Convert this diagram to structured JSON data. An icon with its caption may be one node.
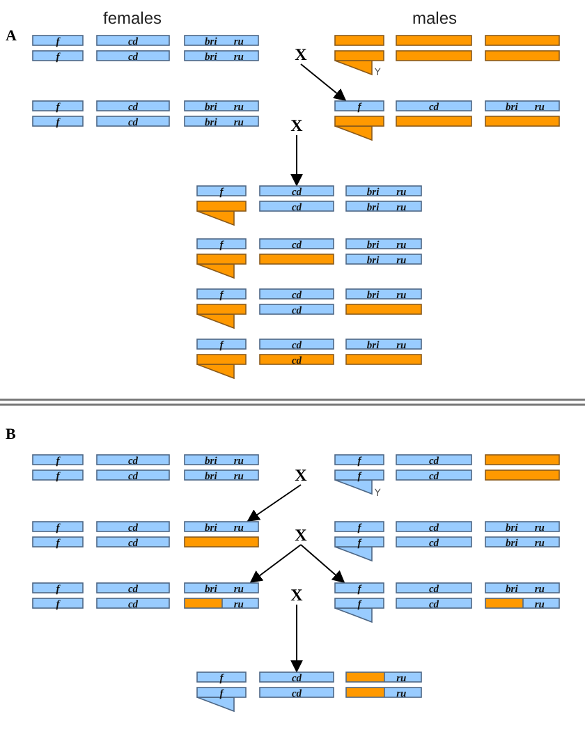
{
  "diagram": {
    "nodes": [
      {
        "text": [
          "f"
        ]
      },
      {
        "text": [
          "cd"
        ]
      },
      {
        "text": [
          "bri",
          "ru"
        ]
      },
      {
        "text": [
          "f"
        ]
      },
      {
        "text": [
          "cd"
        ]
      },
      {
        "text": [
          "bri",
          "ru"
        ]
      },
      {
        "text": [
          "X"
        ]
      },
      {
        "text": [],
        "shape": "bar"
      },
      {
        "text": [],
        "shape": "bar"
      },
      {
        "text": [],
        "shape": "bar"
      },
      {
        "text": [],
        "shape": "bar"
      },
      {
        "text": [],
        "shape": "bar"
      },
      {
        "text": [],
        "shape": "bar"
      },
      {
        "text": [
          "f"
        ]
      },
      {
        "text": [
          "cd"
        ]
      },
      {
        "text": [
          "bri",
          "ru"
        ]
      },
      {
        "text": [
          "f"
        ]
      },
      {
        "text": [
          "cd"
        ]
      },
      {
        "text": [
          "bri",
          "ru"
        ]
      },
      {
        "text": [
          "f"
        ]
      },
      {
        "text": [
          "cd"
        ]
      },
      {
        "text": [
          "bri",
          "ru"
        ]
      },
      {
        "text": [],
        "shape": "bar"
      },
      {
        "text": [],
        "shape": "bar"
      },
      {
        "text": [],
        "shape": "bar"
      },
      {
        "text": [
          "X"
        ]
      },
      {
        "text": [
          "f"
        ]
      },
      {
        "text": [
          "cd"
        ]
      },
      {
        "text": [
          "bri",
          "ru"
        ]
      },
      {
        "text": [],
        "shape": "bar"
      },
      {
        "text": [
          "cd"
        ]
      },
      {
        "text": [
          "bri",
          "ru"
        ]
      },
      {
        "text": [
          "f"
        ]
      },
      {
        "text": [
          "cd"
        ]
      },
      {
        "text": [
          "bri",
          "ru"
        ]
      },
      {
        "text": [],
        "shape": "bar"
      },
      {
        "text": [],
        "shape": "bar"
      },
      {
        "text": [
          "bri",
          "ru"
        ]
      },
      {
        "text": [
          "f"
        ]
      },
      {
        "text": [
          "cd"
        ]
      },
      {
        "text": [
          "bri",
          "ru"
        ]
      },
      {
        "text": [],
        "shape": "bar"
      },
      {
        "text": [
          "cd"
        ]
      },
      {
        "text": [],
        "shape": "bar"
      },
      {
        "text": [
          "f"
        ]
      },
      {
        "text": [
          "cd"
        ]
      },
      {
        "text": [
          "bri",
          "ru"
        ]
      },
      {
        "text": [],
        "shape": "bar"
      },
      {
        "text": [
          "cd"
        ]
      },
      {
        "text": [],
        "shape": "bar"
      },
      {
        "text": [
          "f"
        ]
      },
      {
        "text": [
          "cd"
        ]
      },
      {
        "text": [
          "bri",
          "ru"
        ]
      },
      {
        "text": [
          "f"
        ]
      },
      {
        "text": [
          "cd"
        ]
      },
      {
        "text": [
          "bri",
          "ru"
        ]
      },
      {
        "text": [
          "X"
        ]
      },
      {
        "text": [
          "f"
        ]
      },
      {
        "text": [
          "cd"
        ]
      },
      {
        "text": [],
        "shape": "bar"
      },
      {
        "text": [
          "f"
        ]
      },
      {
        "text": [
          "cd"
        ]
      },
      {
        "text": [],
        "shape": "bar"
      },
      {
        "text": [
          "f"
        ]
      },
      {
        "text": [
          "cd"
        ]
      },
      {
        "text": [
          "bri",
          "ru"
        ]
      },
      {
        "text": [
          "f"
        ]
      },
      {
        "text": [
          "cd"
        ]
      },
      {
        "text": [],
        "shape": "bar"
      },
      {
        "text": [
          "X"
        ]
      },
      {
        "text": [
          "f"
        ]
      },
      {
        "text": [
          "cd"
        ]
      },
      {
        "text": [
          "bri",
          "ru"
        ]
      },
      {
        "text": [
          "f"
        ]
      },
      {
        "text": [
          "cd"
        ]
      },
      {
        "text": [
          "bri",
          "ru"
        ]
      },
      {
        "text": [
          "f"
        ]
      },
      {
        "text": [
          "cd"
        ]
      },
      {
        "text": [
          "bri",
          "ru"
        ]
      },
      {
        "text": [
          "f"
        ]
      },
      {
        "text": [
          "cd"
        ]
      },
      {
        "text": [
          "ru"
        ]
      },
      {
        "text": [
          "X"
        ]
      },
      {
        "text": [
          "f"
        ]
      },
      {
        "text": [
          "cd"
        ]
      },
      {
        "text": [
          "bri",
          "ru"
        ]
      },
      {
        "text": [
          "f"
        ]
      },
      {
        "text": [
          "cd"
        ]
      },
      {
        "text": [
          "ru"
        ]
      },
      {
        "text": [
          "f"
        ]
      },
      {
        "text": [
          "cd"
        ]
      },
      {
        "text": [
          "ru"
        ]
      },
      {
        "text": [
          "f"
        ]
      },
      {
        "text": [
          "cd"
        ]
      },
      {
        "text": [
          "ru"
        ]
      }
    ],
    "edges": [
      {
        "from": 6,
        "to": 19,
        "arrow": "to"
      },
      {
        "from": 25,
        "to": 27,
        "arrow": "to"
      },
      {
        "from": 56,
        "to": 65,
        "arrow": "to"
      },
      {
        "from": 69,
        "to": 78,
        "arrow": "to"
      },
      {
        "from": 69,
        "to": 83,
        "arrow": "to"
      },
      {
        "from": 82,
        "to": 90,
        "arrow": "to"
      }
    ],
    "labels": [
      "females",
      "males",
      "A",
      "Y",
      "B",
      "Y"
    ]
  }
}
